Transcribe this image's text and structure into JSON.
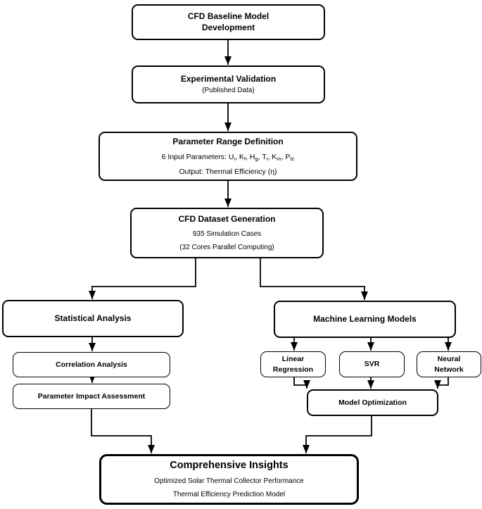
{
  "colors": {
    "line": "#000000",
    "box_border": "#000000",
    "background": "#ffffff",
    "text": "#000000"
  },
  "nodes": {
    "cfd_baseline": {
      "title": "CFD Baseline Model\nDevelopment"
    },
    "experimental_validation": {
      "title": "Experimental Validation",
      "subtitle": "(Published Data)"
    },
    "parameter_range": {
      "title": "Parameter Range Definition",
      "inputs_prefix": "6 Input Parameters: ",
      "inputs": [
        {
          "base": "U",
          "sub": "i"
        },
        {
          "base": "K",
          "sub": "f"
        },
        {
          "base": "H",
          "sub": "g"
        },
        {
          "base": "T",
          "sub": "i"
        },
        {
          "base": "K",
          "sub": "m"
        },
        {
          "base": "P",
          "sub": "tc"
        }
      ],
      "output_line": "Output: Thermal Efficiency (η)"
    },
    "cfd_dataset": {
      "title": "CFD Dataset Generation",
      "line1": "935 Simulation Cases",
      "line2": "(32 Cores Parallel Computing)"
    },
    "statistical_analysis": {
      "title": "Statistical Analysis"
    },
    "ml_models": {
      "title": "Machine Learning Models"
    },
    "correlation_analysis": {
      "title": "Correlation Analysis"
    },
    "parameter_impact": {
      "title": "Parameter Impact Assessment"
    },
    "linear_regression": {
      "title": "Linear\nRegression"
    },
    "svr": {
      "title": "SVR"
    },
    "neural_network": {
      "title": "Neural\nNetwork"
    },
    "model_optimization": {
      "title": "Model Optimization"
    },
    "comprehensive_insights": {
      "title": "Comprehensive Insights",
      "line1": "Optimized Solar Thermal Collector Performance",
      "line2": "Thermal Efficiency Prediction Model"
    }
  }
}
